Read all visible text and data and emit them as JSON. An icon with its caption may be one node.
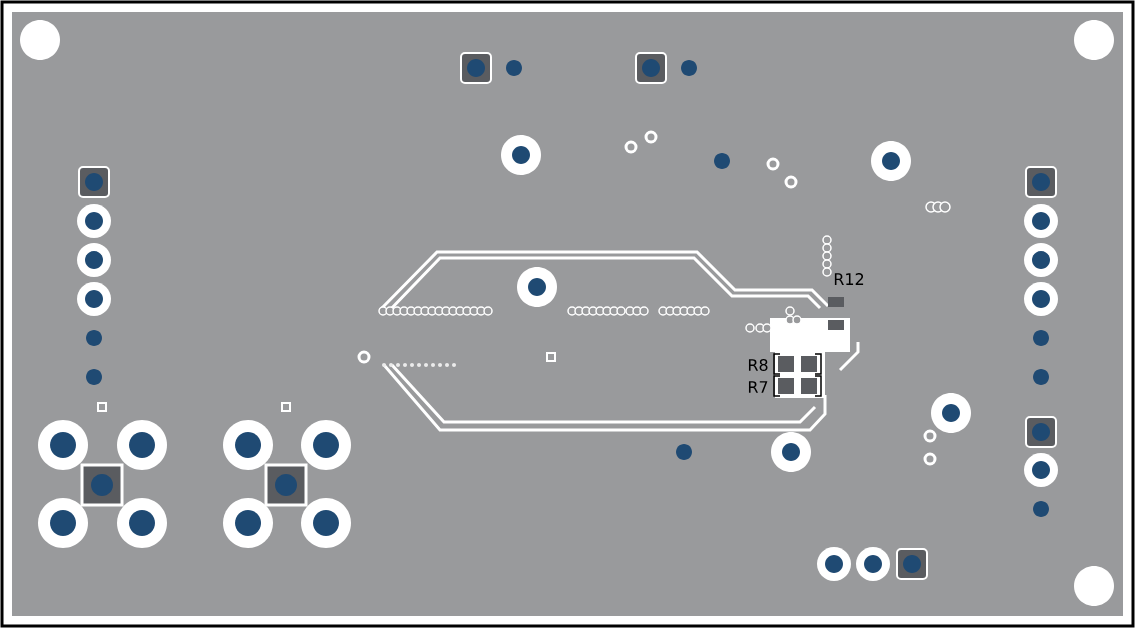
{
  "diagram": {
    "labels": [
      "R12",
      "R8",
      "R7"
    ]
  }
}
